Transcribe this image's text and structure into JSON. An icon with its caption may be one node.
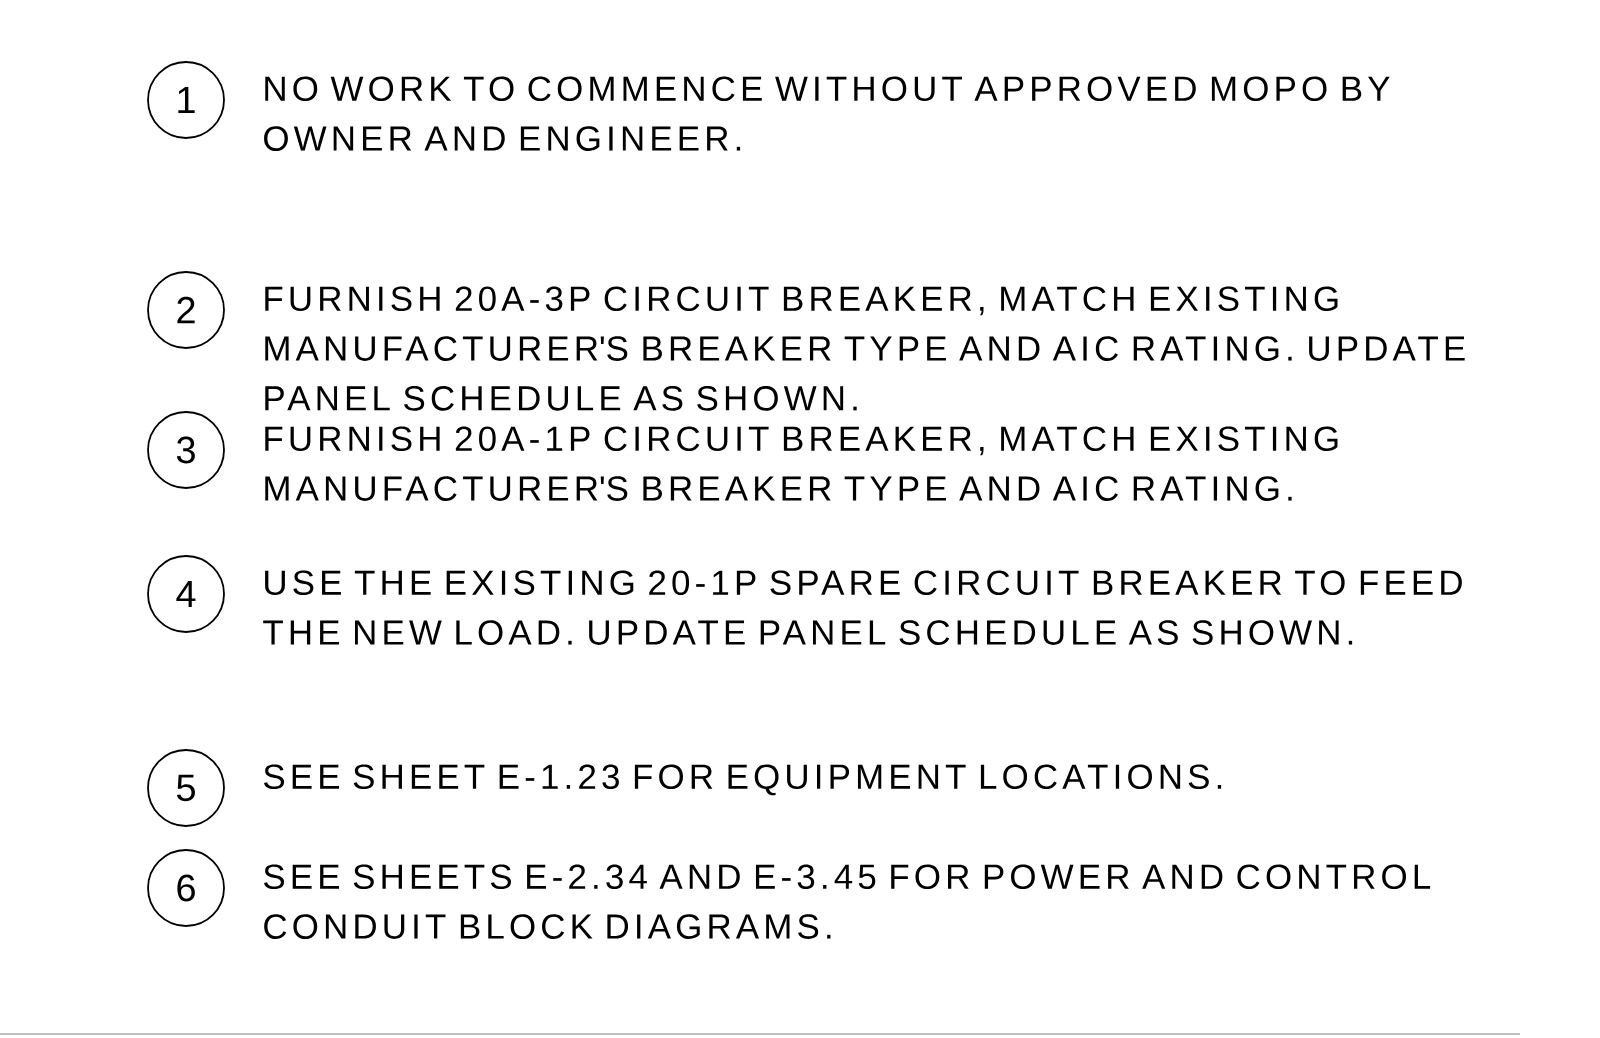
{
  "diagram": {
    "nodes": [
      {
        "text": [
          "1"
        ],
        "beside": [
          "NO WORK TO COMMENCE WITHOUT APPROVED MOPO BY OWNER AND ENGINEER."
        ]
      },
      {
        "text": [
          "2"
        ],
        "beside": [
          "FURNISH 20A-3P CIRCUIT BREAKER, MATCH EXISTING MANUFACTURER'S BREAKER TYPE AND AIC RATING. UPDATE PANEL SCHEDULE AS SHOWN."
        ]
      },
      {
        "text": [
          "3"
        ],
        "beside": [
          "FURNISH 20A-1P CIRCUIT BREAKER, MATCH EXISTING MANUFACTURER'S BREAKER TYPE AND AIC RATING."
        ]
      },
      {
        "text": [
          "4"
        ],
        "beside": [
          "USE THE EXISTING 20-1P SPARE CIRCUIT BREAKER TO FEED THE NEW LOAD. UPDATE PANEL SCHEDULE AS SHOWN."
        ]
      },
      {
        "text": [
          "5"
        ],
        "beside": [
          "SEE SHEET E-1.23 FOR EQUIPMENT LOCATIONS."
        ]
      },
      {
        "text": [
          "6"
        ],
        "beside": [
          "SEE SHEETS E-2.34 AND E-3.45 FOR POWER AND CONTROL CONDUIT BLOCK DIAGRAMS."
        ]
      }
    ]
  }
}
